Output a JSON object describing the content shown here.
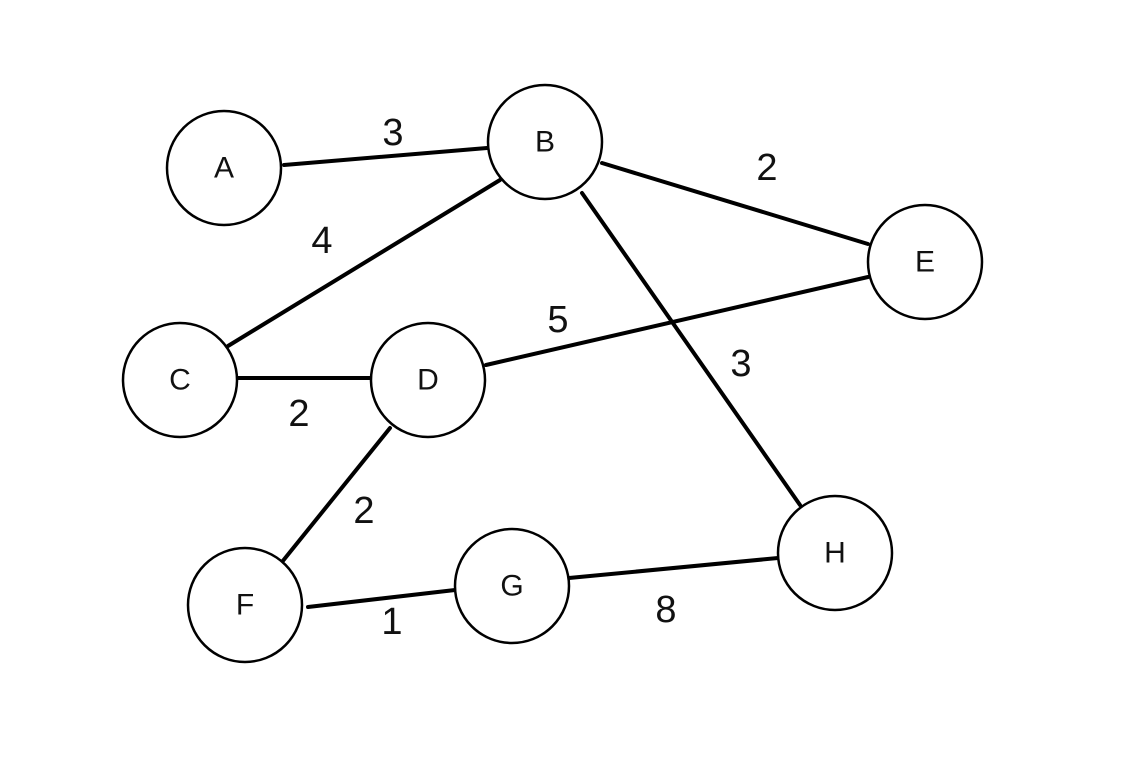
{
  "graph": {
    "nodes": [
      {
        "id": "A",
        "label": "A"
      },
      {
        "id": "B",
        "label": "B"
      },
      {
        "id": "C",
        "label": "C"
      },
      {
        "id": "D",
        "label": "D"
      },
      {
        "id": "E",
        "label": "E"
      },
      {
        "id": "F",
        "label": "F"
      },
      {
        "id": "G",
        "label": "G"
      },
      {
        "id": "H",
        "label": "H"
      }
    ],
    "edges": [
      {
        "from": "A",
        "to": "B",
        "weight": "3"
      },
      {
        "from": "B",
        "to": "C",
        "weight": "4"
      },
      {
        "from": "B",
        "to": "E",
        "weight": "2"
      },
      {
        "from": "B",
        "to": "H",
        "weight": "3"
      },
      {
        "from": "C",
        "to": "D",
        "weight": "2"
      },
      {
        "from": "D",
        "to": "E",
        "weight": "5"
      },
      {
        "from": "D",
        "to": "F",
        "weight": "2"
      },
      {
        "from": "F",
        "to": "G",
        "weight": "1"
      },
      {
        "from": "G",
        "to": "H",
        "weight": "8"
      }
    ]
  }
}
